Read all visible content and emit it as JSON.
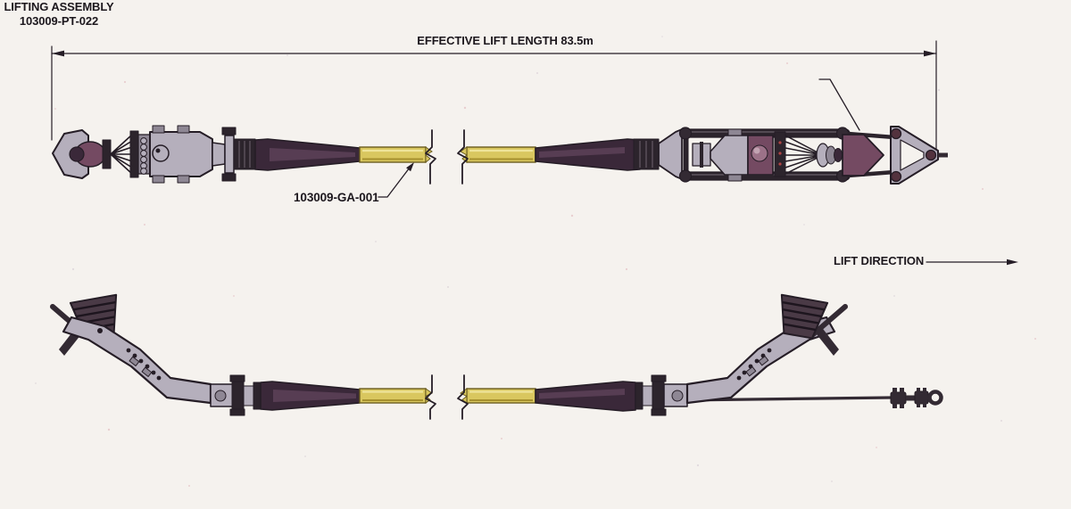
{
  "labels": {
    "effective_lift_length": "EFFECTIVE LIFT LENGTH 83.5m",
    "lifting_assembly_line1": "LIFTING ASSEMBLY",
    "lifting_assembly_line2": "103009-PT-022",
    "cable_assembly": "103009-GA-001",
    "lift_direction": "LIFT DIRECTION"
  },
  "colors": {
    "background": "#f5f2ee",
    "outline": "#251d26",
    "body_gray": "#b5afbc",
    "body_gray_shade": "#8e8794",
    "purple_mid": "#744a62",
    "purple_dark": "#3a2839",
    "purple_highlight": "#5d4158",
    "cable_yellow": "#d9c75f",
    "cable_yellow_edge": "#6b5d20",
    "rail_dark": "#2c242c",
    "metal_dark": "#332a33",
    "text": "#1c171d"
  }
}
